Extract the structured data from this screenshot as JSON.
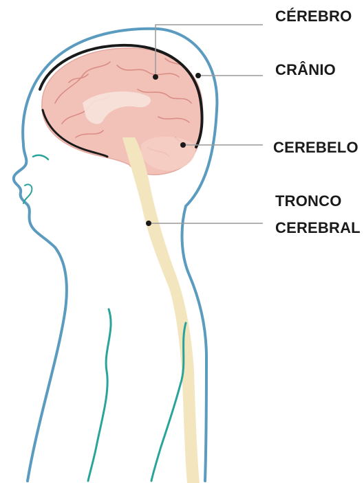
{
  "labels": {
    "cerebro": "CÉREBRO",
    "cranio": "CRÂNIO",
    "cerebelo": "CEREBELO",
    "tronco_line1": "TRONCO",
    "tronco_line2": "CEREBRAL"
  },
  "colors": {
    "outline": "#5b9bbf",
    "brain": "#f2c2b8",
    "brain_folds": "#d98d86",
    "skull": "#1a1a1a",
    "spinal_cord": "#f3e6bf",
    "nerves": "#2aa39a",
    "leader_lines": "#9a9a9a",
    "label_text": "#1a1a1a"
  }
}
